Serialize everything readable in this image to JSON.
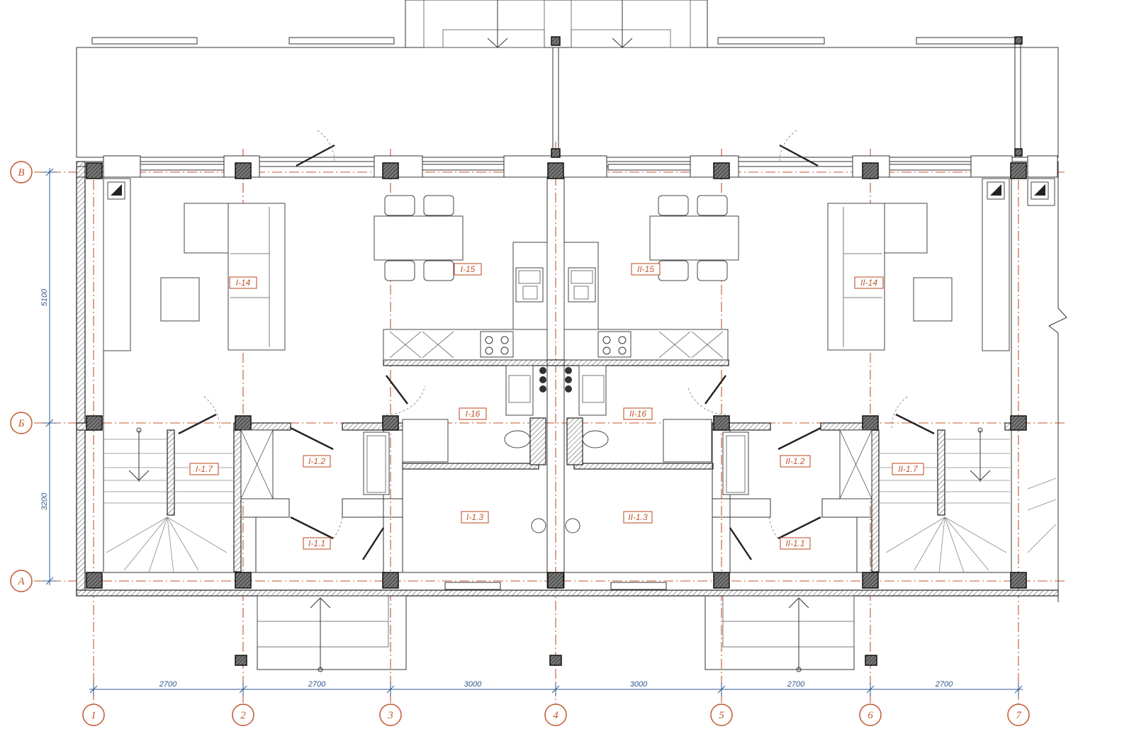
{
  "grid": {
    "rows": [
      "В",
      "Б",
      "А"
    ],
    "cols": [
      "1",
      "2",
      "3",
      "4",
      "5",
      "6",
      "7"
    ]
  },
  "dimensions": {
    "bottom": [
      "2700",
      "2700",
      "3000",
      "3000",
      "2700",
      "2700"
    ],
    "left": [
      "5100",
      "3200"
    ]
  },
  "rooms": {
    "r_i14": "I-14",
    "r_i15": "I-15",
    "r_i16": "I-16",
    "r_i17": "I-1.7",
    "r_i12": "I-1.2",
    "r_i13": "I-1.3",
    "r_i11": "I-1.1",
    "r_ii14": "II-14",
    "r_ii15": "II-15",
    "r_ii16": "II-16",
    "r_ii17": "II-1.7",
    "r_ii12": "II-1.2",
    "r_ii13": "II-1.3",
    "r_ii11": "II-1.1"
  },
  "colors": {
    "grid": "#c0582f",
    "dimension": "#2f5a8c",
    "wall": "#222222"
  }
}
